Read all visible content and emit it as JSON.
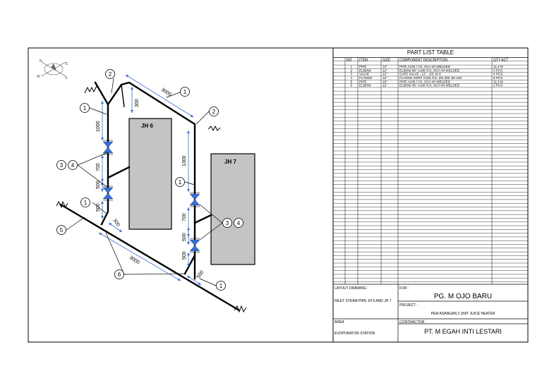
{
  "drawing": {
    "tanks": [
      {
        "id": "t1",
        "label": "JH 6"
      },
      {
        "id": "t2",
        "label": "JH 7"
      }
    ],
    "dimensions": {
      "d3000_top": "3000",
      "d300_top": "300",
      "d1000": "1000",
      "d700_left": "700",
      "d500_left_a": "500",
      "d500_left_b": "500",
      "d1300": "1300",
      "d700_right": "700",
      "d500_right_a": "500",
      "d500_right_b": "500",
      "d300_low": "300",
      "d3000_low": "3000",
      "d500_low": "500"
    },
    "balloons": {
      "b2_top": "2",
      "b1_top": "1",
      "b2_right": "2",
      "b1_left": "1",
      "b3_left": "3",
      "b4_left": "4",
      "b1_mid": "1",
      "b1_left_low": "1",
      "b5": "5",
      "b3_right": "3",
      "b4_right": "4",
      "b6": "6",
      "b1_bottom": "1"
    },
    "compass": {
      "n": "N",
      "s": "S",
      "e": "E",
      "w": "W"
    }
  },
  "part_list": {
    "title": "PART LIST TABLE",
    "headers": {
      "no": "NO",
      "item": "ITEM",
      "size": "SIZE",
      "desc": "COMPONENT DESCRIPTION",
      "qty": "QTY ACT"
    },
    "rows": [
      {
        "no": "1",
        "item": "PIPE",
        "size": "12\"",
        "desc": "PIPE A106 / CS, SCH 40 WELDED",
        "qty": "11,3 M"
      },
      {
        "no": "2",
        "item": "ELBOW",
        "size": "12\"",
        "desc": "ELBOW 90° A106 /CS, SCH 40 WELDED",
        "qty": "3 PCS"
      },
      {
        "no": "3",
        "item": "VALVE",
        "size": "12\"",
        "desc": "GATE VALVE , 12\" , JIS 10 K",
        "qty": "4 PCS"
      },
      {
        "no": "4",
        "item": "FLANGE",
        "size": "12\"",
        "desc": "FLANGE SORF A105 /CS, DN 300 JIS 10K",
        "qty": "8 PCS"
      },
      {
        "no": "5",
        "item": "PIPE",
        "size": "16\"",
        "desc": "PIPE A106 / CS, SCH 40 WELDED",
        "qty": "11,3 M"
      },
      {
        "no": "6",
        "item": "ELBOW",
        "size": "12\"",
        "desc": "ELBOW 45° A106 /CS, SCH 40 WELDED",
        "qty": "2 PCS"
      }
    ]
  },
  "title_block": {
    "layout_label": "LAYOUT DRAWING :",
    "layout_value": "INLET STEAM PIPE JH 6 AND JH 7",
    "for_label": "FOR :",
    "for_value": "PG. M OJO BARU",
    "project_label": "PROJECT :",
    "project_value": "PEM ASANGAN  2 UNIT JUICE HEATER",
    "area_label": "AREA",
    "area_value": "EVOPORATOR STATION",
    "contractor_label": "CONTRACTOR",
    "contractor_value": "PT. M EGAH INTI LESTARI"
  }
}
